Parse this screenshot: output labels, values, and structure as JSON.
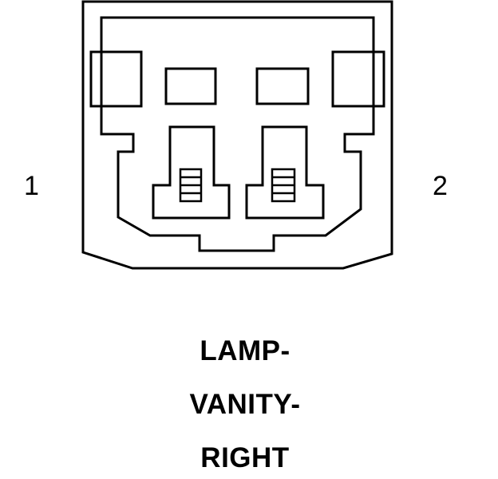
{
  "pin_labels": {
    "left": "1",
    "right": "2"
  },
  "caption": {
    "line1": "LAMP-",
    "line2": "VANITY-",
    "line3": "RIGHT"
  },
  "colors": {
    "stroke": "#000000",
    "background": "#ffffff"
  }
}
